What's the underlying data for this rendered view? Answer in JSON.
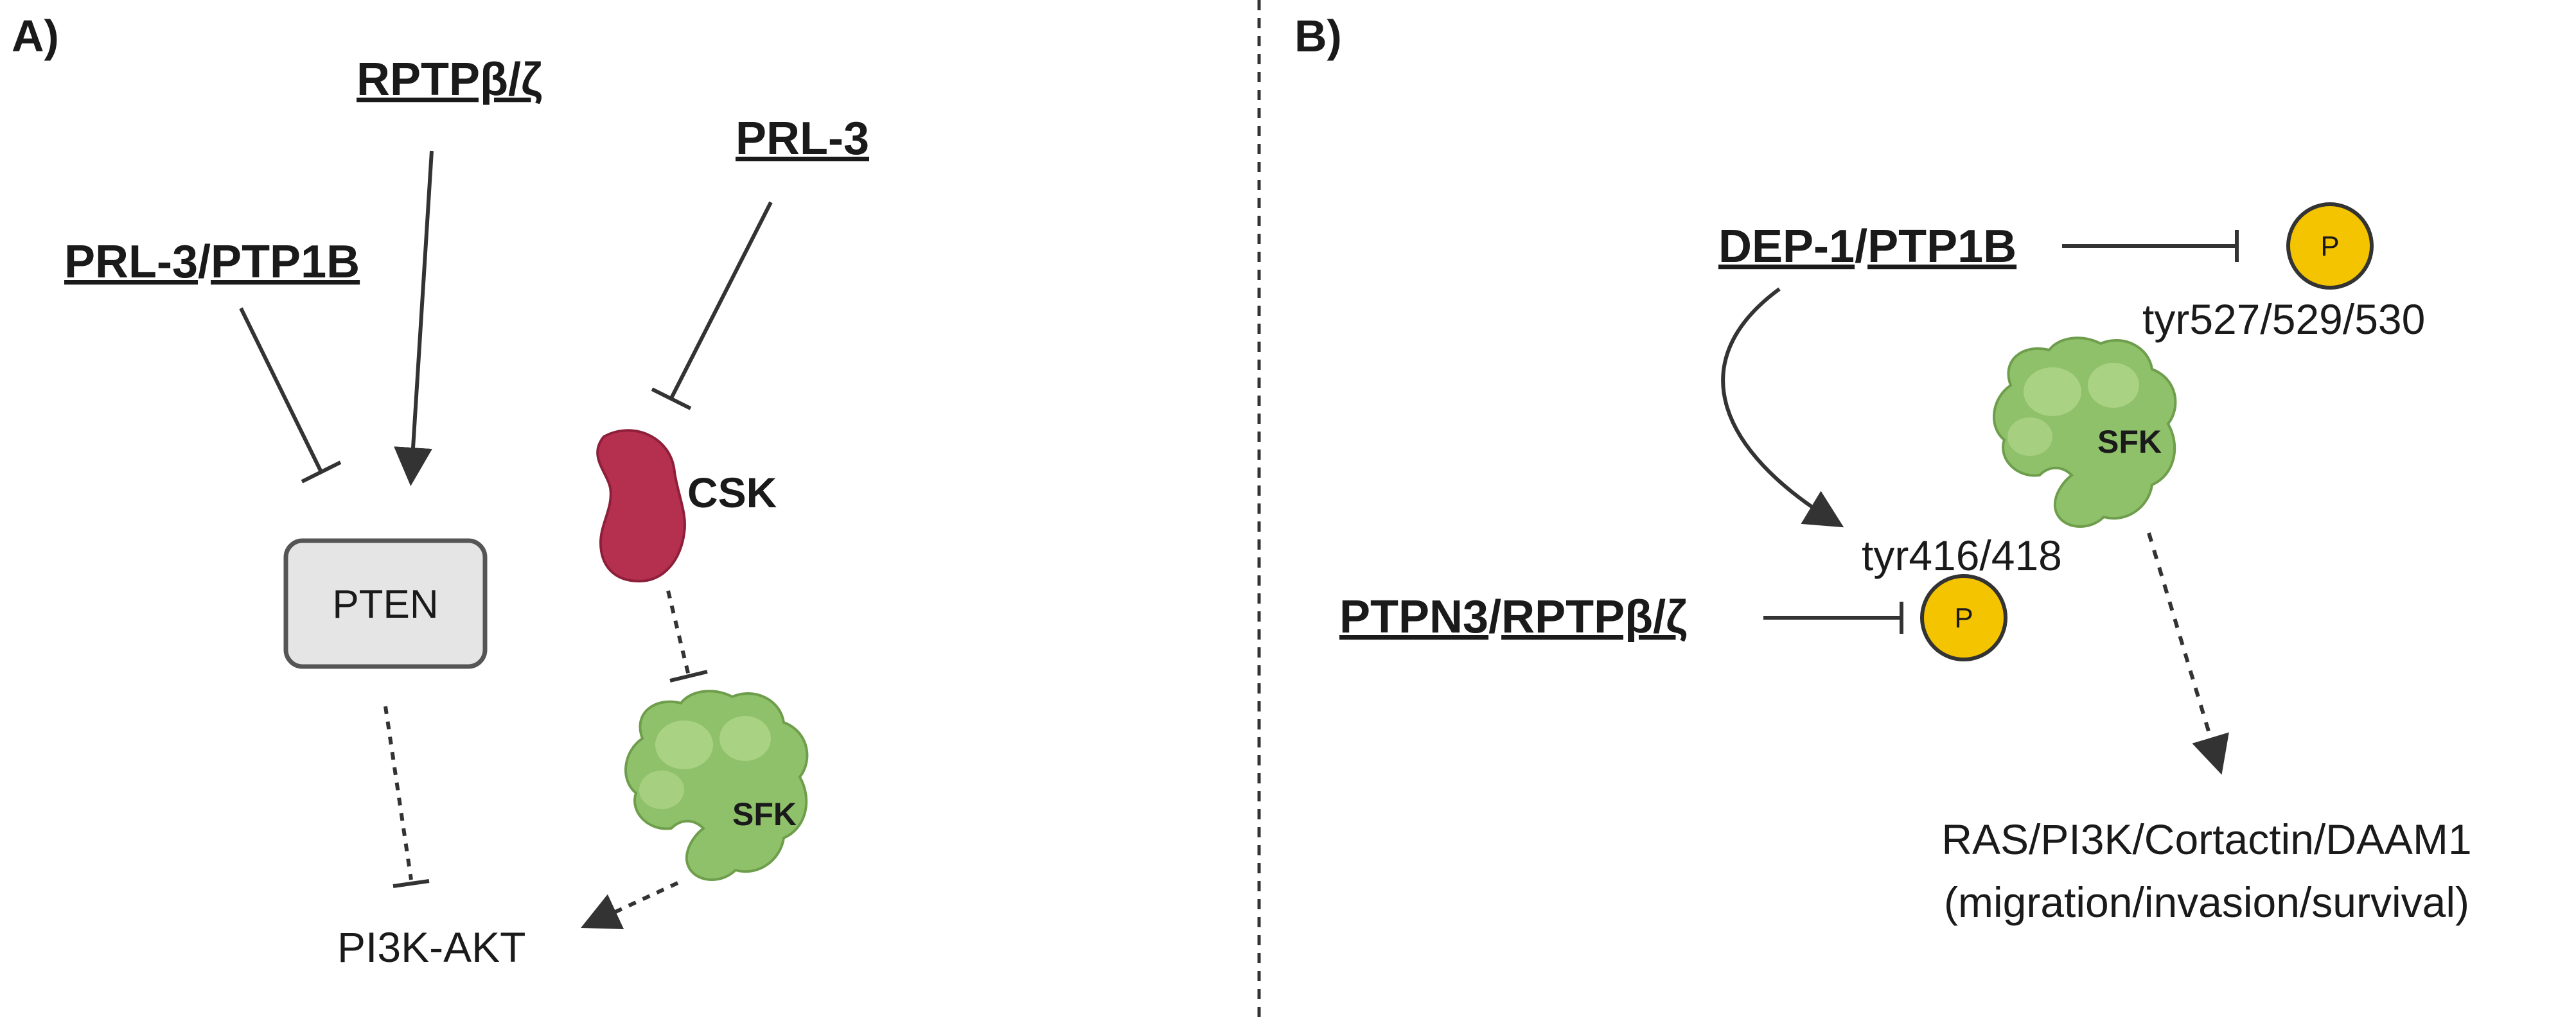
{
  "panel_a": {
    "label": "A)",
    "rptp": "RPTPβ/ζ",
    "prl3": "PRL-3",
    "prl3_part": "PRL-3",
    "slash": "/",
    "ptp1b": "PTP1B",
    "pten": "PTEN",
    "csk": "CSK",
    "sfk": "SFK",
    "pi3k_akt": "PI3K-AKT"
  },
  "panel_b": {
    "label": "B)",
    "dep1": "DEP-1",
    "slash1": "/",
    "ptp1b": "PTP1B",
    "ptpn3": "PTPN3",
    "slash2": "/",
    "rptp": "RPTPβ/ζ",
    "p_top": "P",
    "p_bottom": "P",
    "tyr_top": "tyr527/529/530",
    "tyr_bottom": "tyr416/418",
    "sfk": "SFK",
    "outcome_line1": "RAS/PI3K/Cortactin/DAAM1",
    "outcome_line2": "(migration/invasion/survival)"
  },
  "colors": {
    "csk_fill": "#b5304f",
    "sfk_fill": "#8fc06a",
    "sfk_light": "#b0d68a",
    "phospho_fill": "#f5c400",
    "pten_fill": "#e5e5e5"
  }
}
